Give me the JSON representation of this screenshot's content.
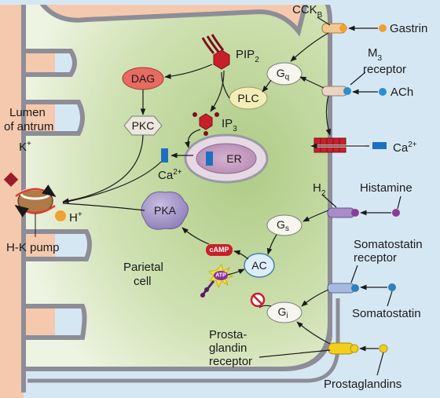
{
  "labels": {
    "lumen": "Lumen of antrum",
    "lumen_line1": "Lumen",
    "lumen_line2": "of antrum",
    "k_ion": "K",
    "k_sup": "+",
    "h_ion": "H",
    "h_sup": "+",
    "hk_pump": "H-K pump",
    "parietal_line1": "Parietal",
    "parietal_line2": "cell",
    "pip2": "PIP",
    "pip2_sub": "2",
    "ip3": "IP",
    "ip3_sub": "3",
    "ca_ion": "Ca",
    "ca_sup": "2+",
    "cckb": "CCK",
    "cckb_sub": "B",
    "gastrin": "Gastrin",
    "m3_line1": "M",
    "m3_sub": "3",
    "m3_line1_rest": " receptor",
    "ach": "ACh",
    "h2": "H",
    "h2_sub": "2",
    "histamine": "Histamine",
    "somato_rec_line1": "Somatostatin",
    "somato_rec_line2": "receptor",
    "somatostatin": "Somatostatin",
    "prosta_rec_line1": "Prosta-",
    "prosta_rec_line2": "glandin",
    "prosta_rec_line3": "receptor",
    "prostaglandins": "Prostaglandins"
  },
  "nodes": {
    "dag": "DAG",
    "pkc": "PKC",
    "plc": "PLC",
    "gq": "G",
    "gq_sub": "q",
    "er": "ER",
    "pka": "PKA",
    "camp": "cAMP",
    "atp": "ATP",
    "ac": "AC",
    "gs": "G",
    "gs_sub": "s",
    "gi": "G",
    "gi_sub": "i"
  },
  "colors": {
    "lumen": "#f5c9ad",
    "cell": "#c4d9a2",
    "cell_light": "#e4eed2",
    "interstitial": "#d6e7f4",
    "membrane": "#9a9aa4",
    "dag": "#e76a63",
    "plc": "#f3edb7",
    "pka": "#a495c6",
    "camp": "#c8202b",
    "er": "#b98ab4",
    "gastrin_dot": "#f0a131",
    "ach_dot": "#2b8fd0",
    "histamine_dot": "#8c3b96",
    "somatostatin_dot": "#2f7fc1",
    "prosta_dot": "#f2cf1e",
    "k_ion": "#9c1c2a"
  }
}
